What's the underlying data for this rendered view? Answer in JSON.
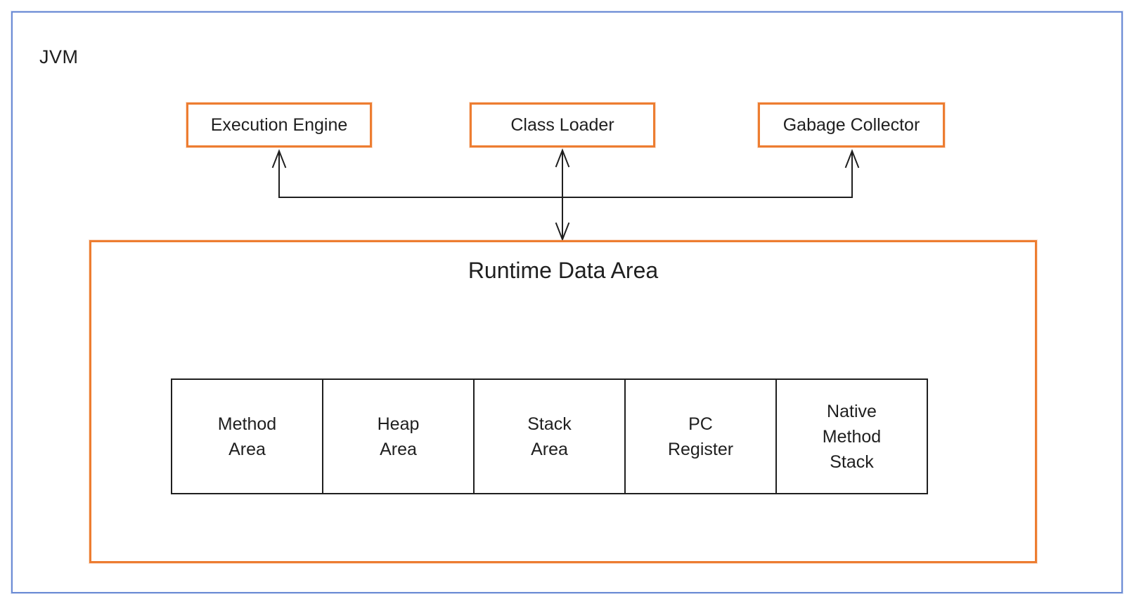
{
  "colors": {
    "outer_border": "#6C8CD5",
    "component_border": "#ED7D31",
    "section_border": "#1F1F1F",
    "text": "#1F1F1F",
    "background": "#FFFFFF"
  },
  "diagram": {
    "container_label": "JVM",
    "components": [
      {
        "label": "Execution Engine"
      },
      {
        "label": "Class Loader"
      },
      {
        "label": "Gabage Collector"
      }
    ],
    "runtime_data_area": {
      "title": "Runtime Data Area",
      "sections": [
        {
          "label": "Method\nArea"
        },
        {
          "label": "Heap\nArea"
        },
        {
          "label": "Stack\nArea"
        },
        {
          "label": "PC\nRegister"
        },
        {
          "label": "Native\nMethod\nStack"
        }
      ]
    }
  }
}
